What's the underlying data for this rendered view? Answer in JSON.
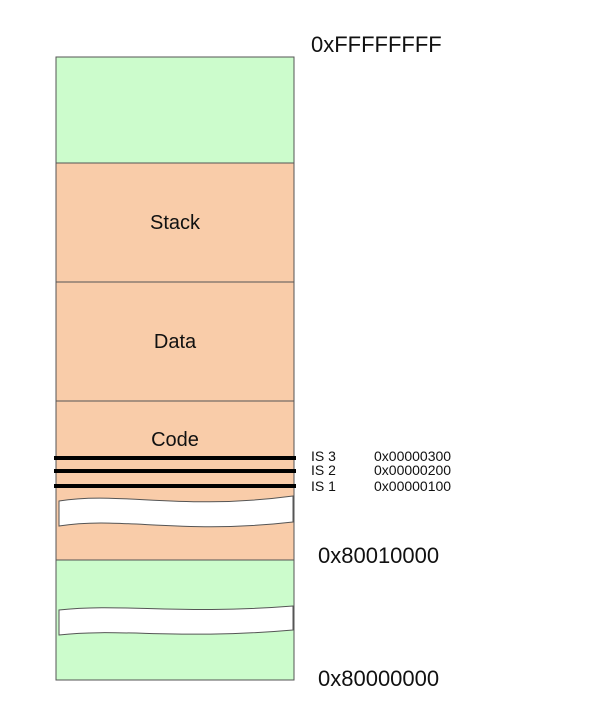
{
  "colors": {
    "free_region": "#ccfccc",
    "segment": "#f9cca9",
    "outline": "#555555",
    "marker_line": "#000000",
    "gap": "#ffffff"
  },
  "addresses": {
    "top": "0xFFFFFFFF",
    "mid": "0x80010000",
    "bottom": "0x80000000"
  },
  "segments": [
    {
      "id": "stack",
      "label": "Stack"
    },
    {
      "id": "data",
      "label": "Data"
    },
    {
      "id": "code",
      "label": "Code"
    }
  ],
  "interrupt_stacks": [
    {
      "id": "is3",
      "label": "IS 3",
      "address": "0x00000300"
    },
    {
      "id": "is2",
      "label": "IS 2",
      "address": "0x00000200"
    },
    {
      "id": "is1",
      "label": "IS 1",
      "address": "0x00000100"
    }
  ]
}
